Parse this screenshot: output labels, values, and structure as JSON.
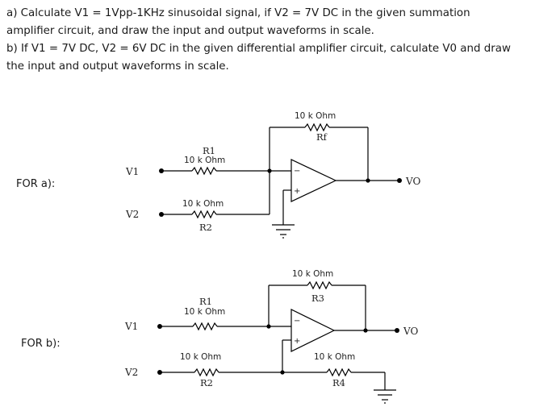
{
  "question": {
    "lines": [
      "a) Calculate V1 = 1Vpp-1KHz sinusoidal signal, if V2 = 7V DC in the given summation",
      "amplifier circuit, and draw the input and output waveforms in scale.",
      "b) If V1 = 7V DC, V2 = 6V DC in the given differential amplifier circuit, calculate V0 and draw",
      "the input and output waveforms in scale."
    ]
  },
  "circuit_a": {
    "label": "FOR a):",
    "v1": "V1",
    "v2": "V2",
    "vo": "VO",
    "rf_name": "Rf",
    "rf_value": "10 k Ohm",
    "r1_name": "R1",
    "r1_value": "10 k Ohm",
    "r2_name": "R2",
    "r2_value": "10 k Ohm",
    "minus": "−",
    "plus": "+"
  },
  "circuit_b": {
    "label": "FOR b):",
    "v1": "V1",
    "v2": "V2",
    "vo": "VO",
    "r3_name": "R3",
    "r3_value": "10 k Ohm",
    "r1_name": "R1",
    "r1_value": "10 k Ohm",
    "r2_name": "R2",
    "r2_value": "10 k Ohm",
    "r4_name": "R4",
    "r4_value": "10 k Ohm",
    "minus": "−",
    "plus": "+"
  }
}
